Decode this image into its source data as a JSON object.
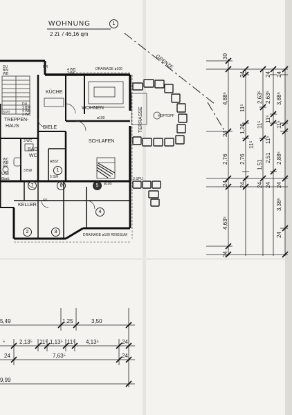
{
  "header": {
    "title": "WOHNUNG",
    "unit_number": "1",
    "subtitle": "2 Zi. / 46,16 qm"
  },
  "labels": {
    "grenze": "GRENZE",
    "terrasse": "TERRASSE",
    "hoftopf": "HOFTOPF",
    "drainage_top": "DRAINAGE ø100",
    "drainage_bottom": "DRAINAGE ø100 RINGSUM",
    "pipe_1": "ø100",
    "pipe_2": "ø100",
    "spu": "3 SPU",
    "sk": "SK",
    "abst": "ABST"
  },
  "rooms": {
    "kueche": "KÜCHE",
    "wohnen": "WOHNEN",
    "diele": "DIELE",
    "schlafen": "SCHLAFEN",
    "treppenhaus_1": "TREPPEN-",
    "treppenhaus_2": "HAUS",
    "bad_1": "BAD",
    "bad_2": "WC",
    "keller": "KELLER",
    "raum_fragment": "UM"
  },
  "room_numbers": [
    "1",
    "2",
    "3",
    "4",
    "5",
    "6",
    "7"
  ],
  "fixtures": {
    "wb_top": "4 WB",
    "wc_top": "3 WC",
    "rr_top": "RR",
    "du_left": "DU",
    "bw_left": "BW",
    "wb_left": "WB",
    "du_1": "DU",
    "bw_1": "3 BW",
    "wb_1": "4 WB",
    "wc_1": "3 WC",
    "pt": "3 PT",
    "wc_left": "WC",
    "wb_left2": "WB",
    "rr_left": "RR",
    "wc_bad": "3 WC",
    "bw_bad": "3 BW",
    "sw": "5 SW",
    "bottom_note": "6bait."
  },
  "right_dims": {
    "outer_top": "30",
    "outer_4885": "4,88⁵",
    "outer_24a": "24",
    "outer_276": "2,76",
    "outer_24b": "24",
    "outer_4635": "4,63⁵",
    "outer_24c": "24",
    "c2_24": "24",
    "c2_115a": "11⁵",
    "c2_126": "1,26",
    "c2_276": "2,76",
    "c2_115b": "11⁵",
    "c2_24b": "24",
    "c3_2635": "2,63⁵",
    "c3_115": "11⁵",
    "c3_151": "1,51",
    "c3_24": "24",
    "c4_24": "24",
    "c4_2635": "2,63⁵",
    "c4_115a": "11⁵",
    "c4_251": "2,51",
    "c4_115b": "11⁵",
    "c4_24b": "24",
    "c5_24": "24",
    "c5_3885": "3,88⁵",
    "c5_115": "11⁵",
    "c5_2885": "2,88⁵",
    "c5_24b": "24",
    "c5_3385": "3,38⁵",
    "c5_24c": "24"
  },
  "bottom_dims": {
    "row1_a": "5,49",
    "row1_b": "1,25",
    "row1_c": "3,50",
    "row2_a": "⁵",
    "row2_b": "2,13⁵",
    "row2_c": "11⁵",
    "row2_d": "1,13⁵",
    "row2_e": "11⁵",
    "row2_f": "4,13⁵",
    "row2_g": "24",
    "row3_a": "24",
    "row3_b": "7,63⁵",
    "row3_c": "24",
    "row4_a": "9,99"
  }
}
